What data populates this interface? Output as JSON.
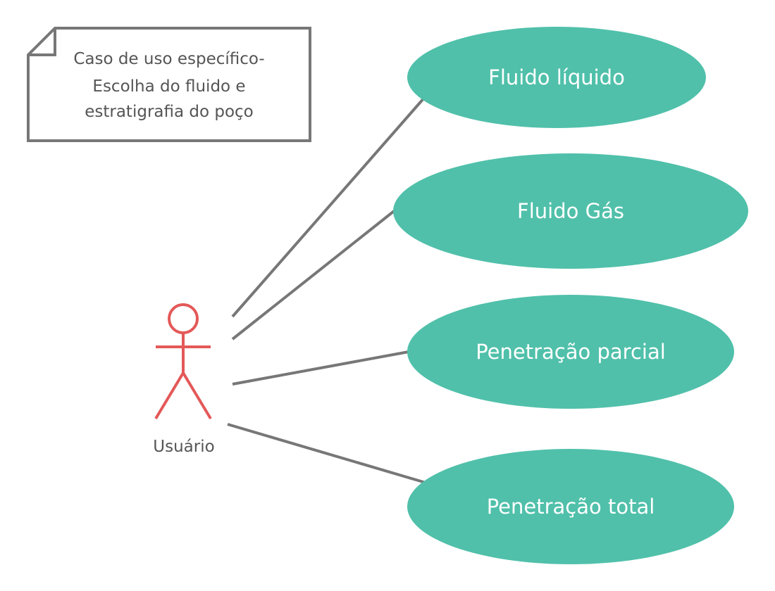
{
  "note": {
    "lines": [
      "Caso de uso específico-",
      "Escolha do fluido e",
      "estratigrafia do poço"
    ]
  },
  "actor": {
    "label": "Usuário",
    "icon": "stick-figure-actor-icon",
    "color": "#e45858"
  },
  "use_cases": [
    {
      "id": "fluido-liquido",
      "label": "Fluido líquido"
    },
    {
      "id": "fluido-gas",
      "label": "Fluido Gás"
    },
    {
      "id": "penetracao-parcial",
      "label": "Penetração parcial"
    },
    {
      "id": "penetracao-total",
      "label": "Penetração total"
    }
  ],
  "colors": {
    "use_case_fill": "#50c0aa",
    "connector": "#777777",
    "note_border": "#777777",
    "text": "#555555"
  }
}
